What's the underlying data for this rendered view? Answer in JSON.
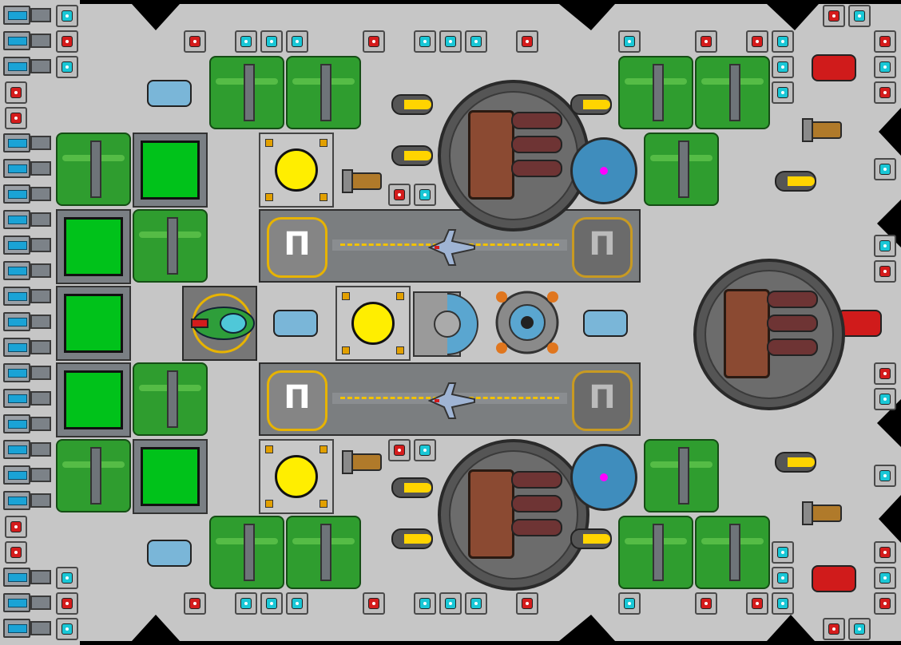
{
  "game": {
    "title": "",
    "colors": {
      "hull": "#c6c6c6",
      "background": "#000000",
      "hangar_interior": "#00c21a",
      "reactor_core": "#ffee00",
      "runway_marking": "#f2c200",
      "red_module": "#d41c1c",
      "cyan_module": "#19c7d6",
      "shield_core": "#ff00ff"
    },
    "runways": [
      {
        "left_marker": "Π",
        "right_marker": "Π"
      },
      {
        "left_marker": "Π",
        "right_marker": "Π"
      }
    ],
    "modules": {
      "reactor": "reactor-icon",
      "hangar": "hangar-icon",
      "battery": "battery-icon",
      "fuel_tank": "fuel-tank-icon",
      "laser_gun": "laser-gun-icon",
      "cannon": "cannon-icon",
      "turret": "heavy-turret-icon",
      "shield": "shield-generator-icon",
      "engine": "thruster-icon",
      "fighter": "fighter-ship-icon",
      "flagship": "flagship-icon",
      "red_pad": "red-module-icon",
      "cyan_pad": "cyan-module-icon"
    }
  }
}
